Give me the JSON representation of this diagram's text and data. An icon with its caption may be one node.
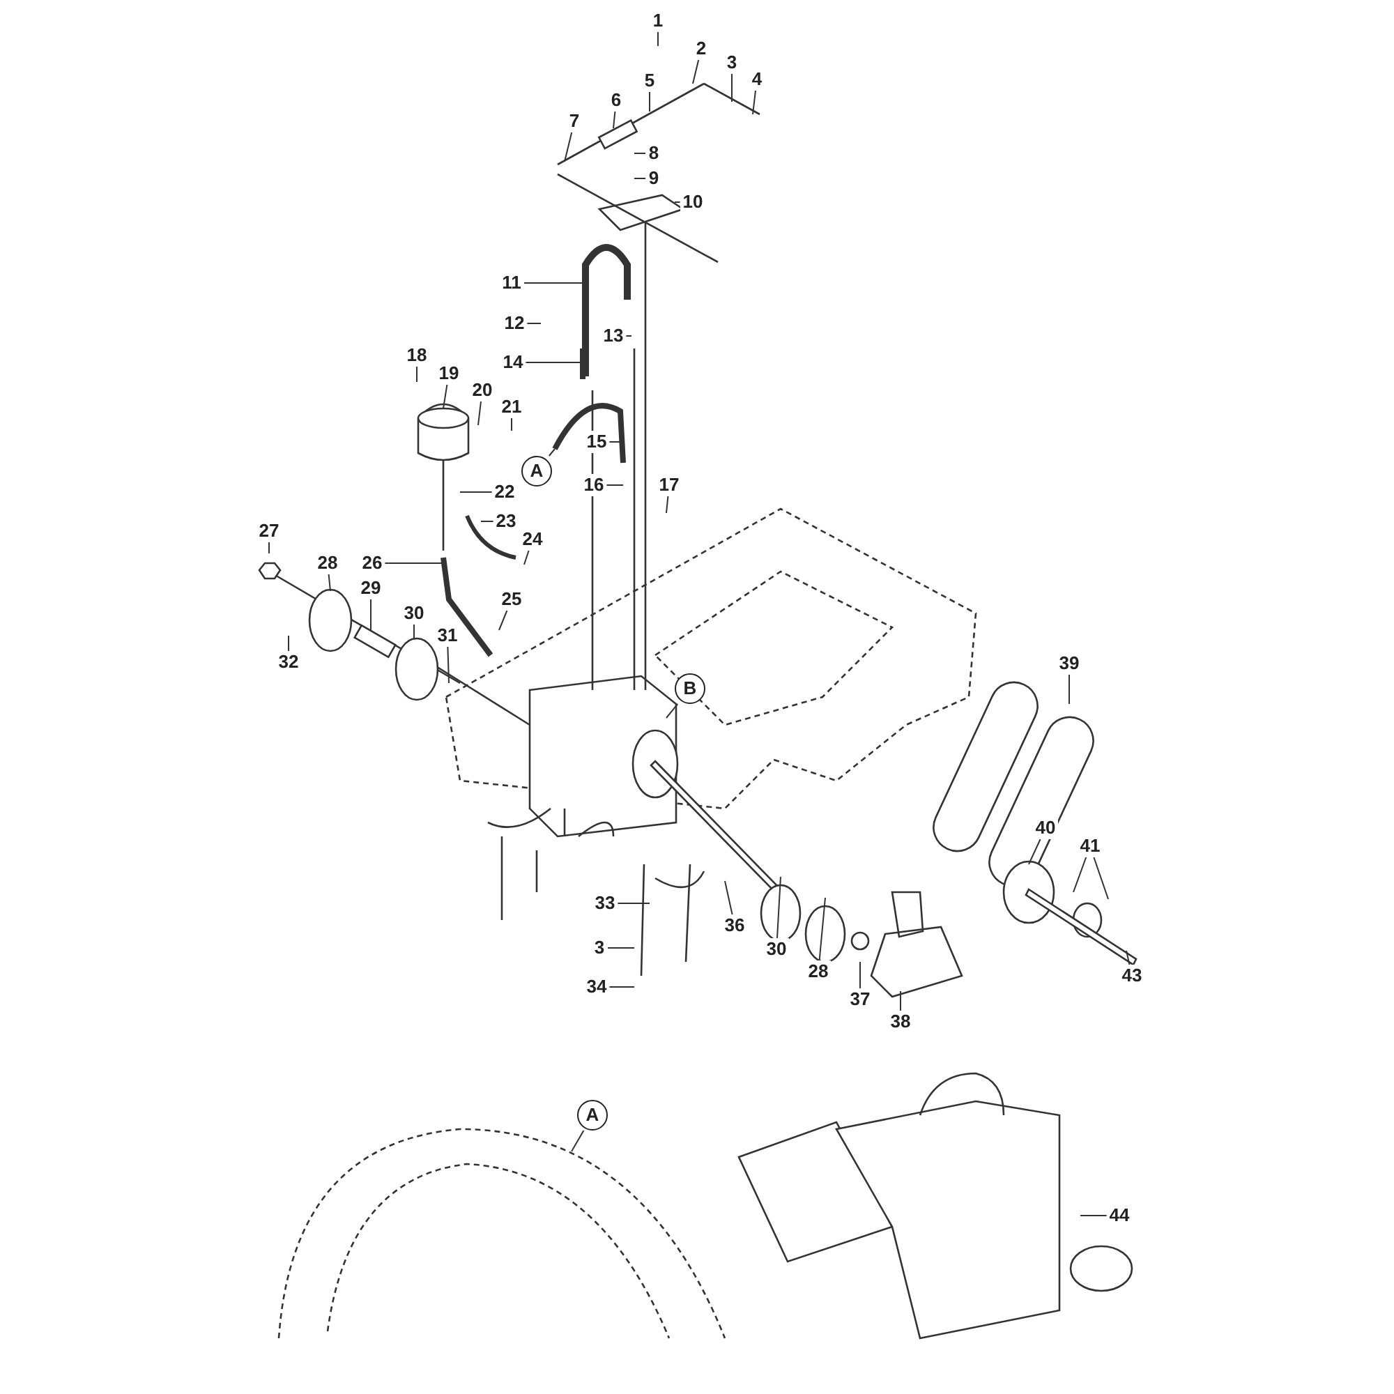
{
  "diagram": {
    "nodes": [
      {
        "text": [
          "1"
        ]
      },
      {
        "text": [
          "2"
        ]
      },
      {
        "text": [
          "3"
        ]
      },
      {
        "text": [
          "4"
        ]
      },
      {
        "text": [
          "5"
        ]
      },
      {
        "text": [
          "6"
        ]
      },
      {
        "text": [
          "7"
        ]
      },
      {
        "text": [
          "8"
        ]
      },
      {
        "text": [
          "9"
        ]
      },
      {
        "text": [
          "10"
        ]
      },
      {
        "text": [
          "11"
        ]
      },
      {
        "text": [
          "12"
        ]
      },
      {
        "text": [
          "13"
        ]
      },
      {
        "text": [
          "14"
        ]
      },
      {
        "text": [
          "18"
        ]
      },
      {
        "text": [
          "19"
        ]
      },
      {
        "text": [
          "20"
        ]
      },
      {
        "text": [
          "21"
        ]
      },
      {
        "text": [
          "15"
        ]
      },
      {
        "text": [
          "A"
        ]
      },
      {
        "text": [
          "16"
        ]
      },
      {
        "text": [
          "17"
        ]
      },
      {
        "text": [
          "22"
        ]
      },
      {
        "text": [
          "23"
        ]
      },
      {
        "text": [
          "24"
        ]
      },
      {
        "text": [
          "27"
        ]
      },
      {
        "text": [
          "28"
        ]
      },
      {
        "text": [
          "26"
        ]
      },
      {
        "text": [
          "29"
        ]
      },
      {
        "text": [
          "25"
        ]
      },
      {
        "text": [
          "30"
        ]
      },
      {
        "text": [
          "31"
        ]
      },
      {
        "text": [
          "32"
        ]
      },
      {
        "text": [
          "B"
        ]
      },
      {
        "text": [
          "39"
        ]
      },
      {
        "text": [
          "40"
        ]
      },
      {
        "text": [
          "41"
        ]
      },
      {
        "text": [
          "33"
        ]
      },
      {
        "text": [
          "36"
        ]
      },
      {
        "text": [
          "30"
        ]
      },
      {
        "text": [
          "28"
        ]
      },
      {
        "text": [
          "3"
        ]
      },
      {
        "text": [
          "43"
        ]
      },
      {
        "text": [
          "37"
        ]
      },
      {
        "text": [
          "34"
        ]
      },
      {
        "text": [
          "38"
        ]
      },
      {
        "text": [
          "A"
        ]
      },
      {
        "text": [
          "44"
        ]
      }
    ],
    "edges": [
      {
        "from": 0,
        "to": null,
        "arrow": "none"
      },
      {
        "from": 1,
        "to": null,
        "arrow": "none"
      },
      {
        "from": 2,
        "to": null,
        "arrow": "none"
      },
      {
        "from": 3,
        "to": null,
        "arrow": "none"
      },
      {
        "from": 4,
        "to": null,
        "arrow": "none"
      },
      {
        "from": 5,
        "to": null,
        "arrow": "none"
      },
      {
        "from": 6,
        "to": null,
        "arrow": "none"
      },
      {
        "from": 7,
        "to": null,
        "arrow": "none"
      },
      {
        "from": 8,
        "to": null,
        "arrow": "none"
      },
      {
        "from": 9,
        "to": null,
        "arrow": "none"
      },
      {
        "from": 10,
        "to": null,
        "arrow": "none"
      },
      {
        "from": 11,
        "to": null,
        "arrow": "none"
      },
      {
        "from": 12,
        "to": null,
        "arrow": "none"
      },
      {
        "from": 13,
        "to": null,
        "arrow": "none"
      },
      {
        "from": 14,
        "to": null,
        "arrow": "none"
      },
      {
        "from": 15,
        "to": null,
        "arrow": "none"
      },
      {
        "from": 16,
        "to": null,
        "arrow": "none"
      },
      {
        "from": 17,
        "to": null,
        "arrow": "none"
      },
      {
        "from": 18,
        "to": null,
        "arrow": "none"
      },
      {
        "from": 19,
        "to": null,
        "arrow": "none"
      },
      {
        "from": 20,
        "to": null,
        "arrow": "none"
      },
      {
        "from": 21,
        "to": null,
        "arrow": "none"
      },
      {
        "from": 22,
        "to": null,
        "arrow": "none"
      },
      {
        "from": 23,
        "to": null,
        "arrow": "none"
      },
      {
        "from": 24,
        "to": null,
        "arrow": "none"
      },
      {
        "from": 25,
        "to": null,
        "arrow": "none"
      },
      {
        "from": 26,
        "to": null,
        "arrow": "none"
      },
      {
        "from": 27,
        "to": null,
        "arrow": "none"
      },
      {
        "from": 28,
        "to": null,
        "arrow": "none"
      },
      {
        "from": 29,
        "to": null,
        "arrow": "none"
      },
      {
        "from": 30,
        "to": null,
        "arrow": "none"
      },
      {
        "from": 31,
        "to": null,
        "arrow": "none"
      },
      {
        "from": 32,
        "to": null,
        "arrow": "none"
      },
      {
        "from": 33,
        "to": null,
        "arrow": "none"
      },
      {
        "from": 34,
        "to": null,
        "arrow": "none"
      },
      {
        "from": 35,
        "to": null,
        "arrow": "none"
      },
      {
        "from": 36,
        "to": null,
        "arrow": "none"
      },
      {
        "from": 36,
        "to": null,
        "arrow": "none"
      },
      {
        "from": 37,
        "to": null,
        "arrow": "none"
      },
      {
        "from": 38,
        "to": null,
        "arrow": "none"
      },
      {
        "from": 39,
        "to": null,
        "arrow": "none"
      },
      {
        "from": 40,
        "to": null,
        "arrow": "none"
      },
      {
        "from": 41,
        "to": null,
        "arrow": "none"
      },
      {
        "from": 42,
        "to": null,
        "arrow": "none"
      },
      {
        "from": 43,
        "to": null,
        "arrow": "none"
      },
      {
        "from": 44,
        "to": null,
        "arrow": "none"
      },
      {
        "from": 45,
        "to": null,
        "arrow": "none"
      },
      {
        "from": 46,
        "to": null,
        "arrow": "none"
      },
      {
        "from": 47,
        "to": null,
        "arrow": "none"
      }
    ]
  }
}
